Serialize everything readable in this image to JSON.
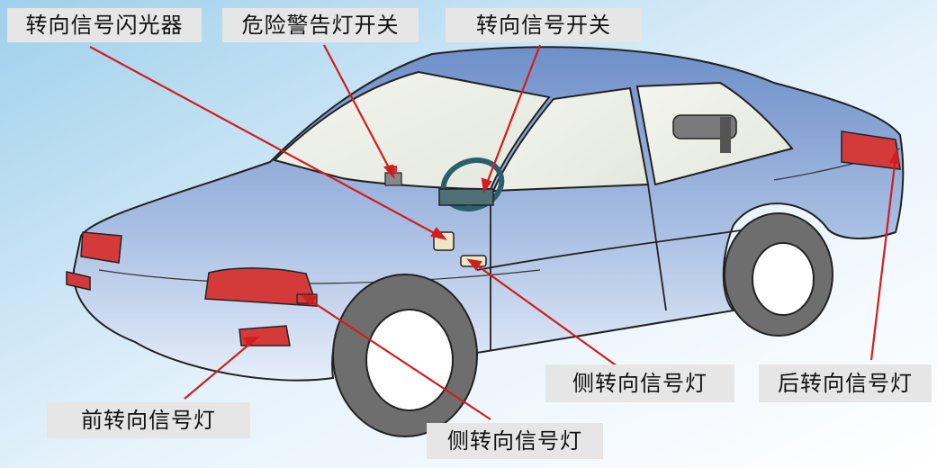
{
  "labels": {
    "flasher": "转向信号闪光器",
    "hazard_switch": "危险警告灯开关",
    "turn_switch": "转向信号开关",
    "front_lamp": "前转向信号灯",
    "side_lamp_front": "侧转向信号灯",
    "side_lamp_door": "侧转向信号灯",
    "rear_lamp": "后转向信号灯"
  },
  "colors": {
    "car_body": "#7f9fd0",
    "lamp": "#d43a3a",
    "leader_line": "#d01e1e",
    "label_bg": "#e6e6e6"
  }
}
